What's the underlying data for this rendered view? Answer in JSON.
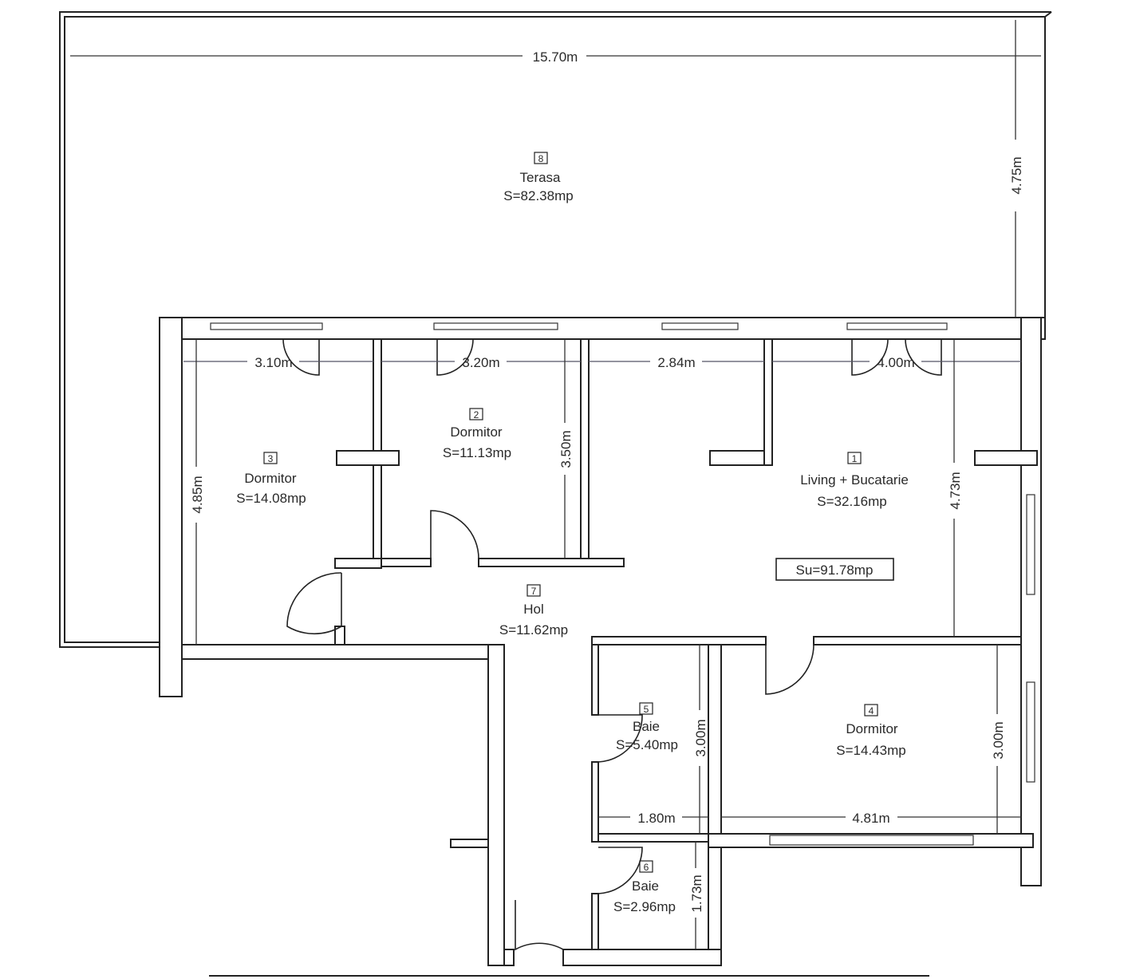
{
  "rooms": [
    {
      "number": "1",
      "name": "Living + Bucatarie",
      "area": "S=32.16mp"
    },
    {
      "number": "2",
      "name": "Dormitor",
      "area": "S=11.13mp"
    },
    {
      "number": "3",
      "name": "Dormitor",
      "area": "S=14.08mp"
    },
    {
      "number": "4",
      "name": "Dormitor",
      "area": "S=14.43mp"
    },
    {
      "number": "5",
      "name": "Baie",
      "area": "S=5.40mp"
    },
    {
      "number": "6",
      "name": "Baie",
      "area": "S=2.96mp"
    },
    {
      "number": "7",
      "name": "Hol",
      "area": "S=11.62mp"
    },
    {
      "number": "8",
      "name": "Terasa",
      "area": "S=82.38mp"
    }
  ],
  "total_area": "Su=91.78mp",
  "dimensions": {
    "terrace_width": "15.70m",
    "terrace_depth": "4.75m",
    "room3_width": "3.10m",
    "room2_width": "3.20m",
    "living_width_a": "2.84m",
    "living_width_b": "4.00m",
    "room3_depth": "4.85m",
    "room2_depth": "3.50m",
    "living_depth": "4.73m",
    "bath5_depth": "3.00m",
    "room4_depth": "3.00m",
    "bath5_width": "1.80m",
    "room4_width": "4.81m",
    "bath6_depth": "1.73m"
  }
}
